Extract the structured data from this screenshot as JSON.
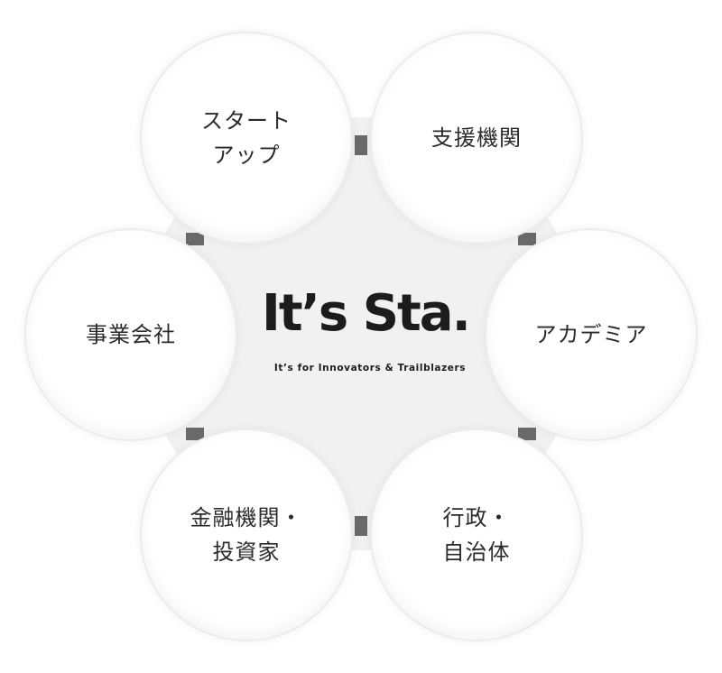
{
  "center": {
    "logo_text": "It’s Sta.",
    "tagline": "It’s for Innovators & Trailblazers"
  },
  "nodes": [
    {
      "label": "スタート\nアップ"
    },
    {
      "label": "支援機関"
    },
    {
      "label": "アカデミア"
    },
    {
      "label": "行政・\n自治体"
    },
    {
      "label": "金融機関・\n投資家"
    },
    {
      "label": "事業会社"
    }
  ],
  "colors": {
    "hub_background": "#f1f1f1",
    "connector": "#6a6a6a",
    "node_fill": "#ffffff",
    "text": "#2b2b2b"
  }
}
